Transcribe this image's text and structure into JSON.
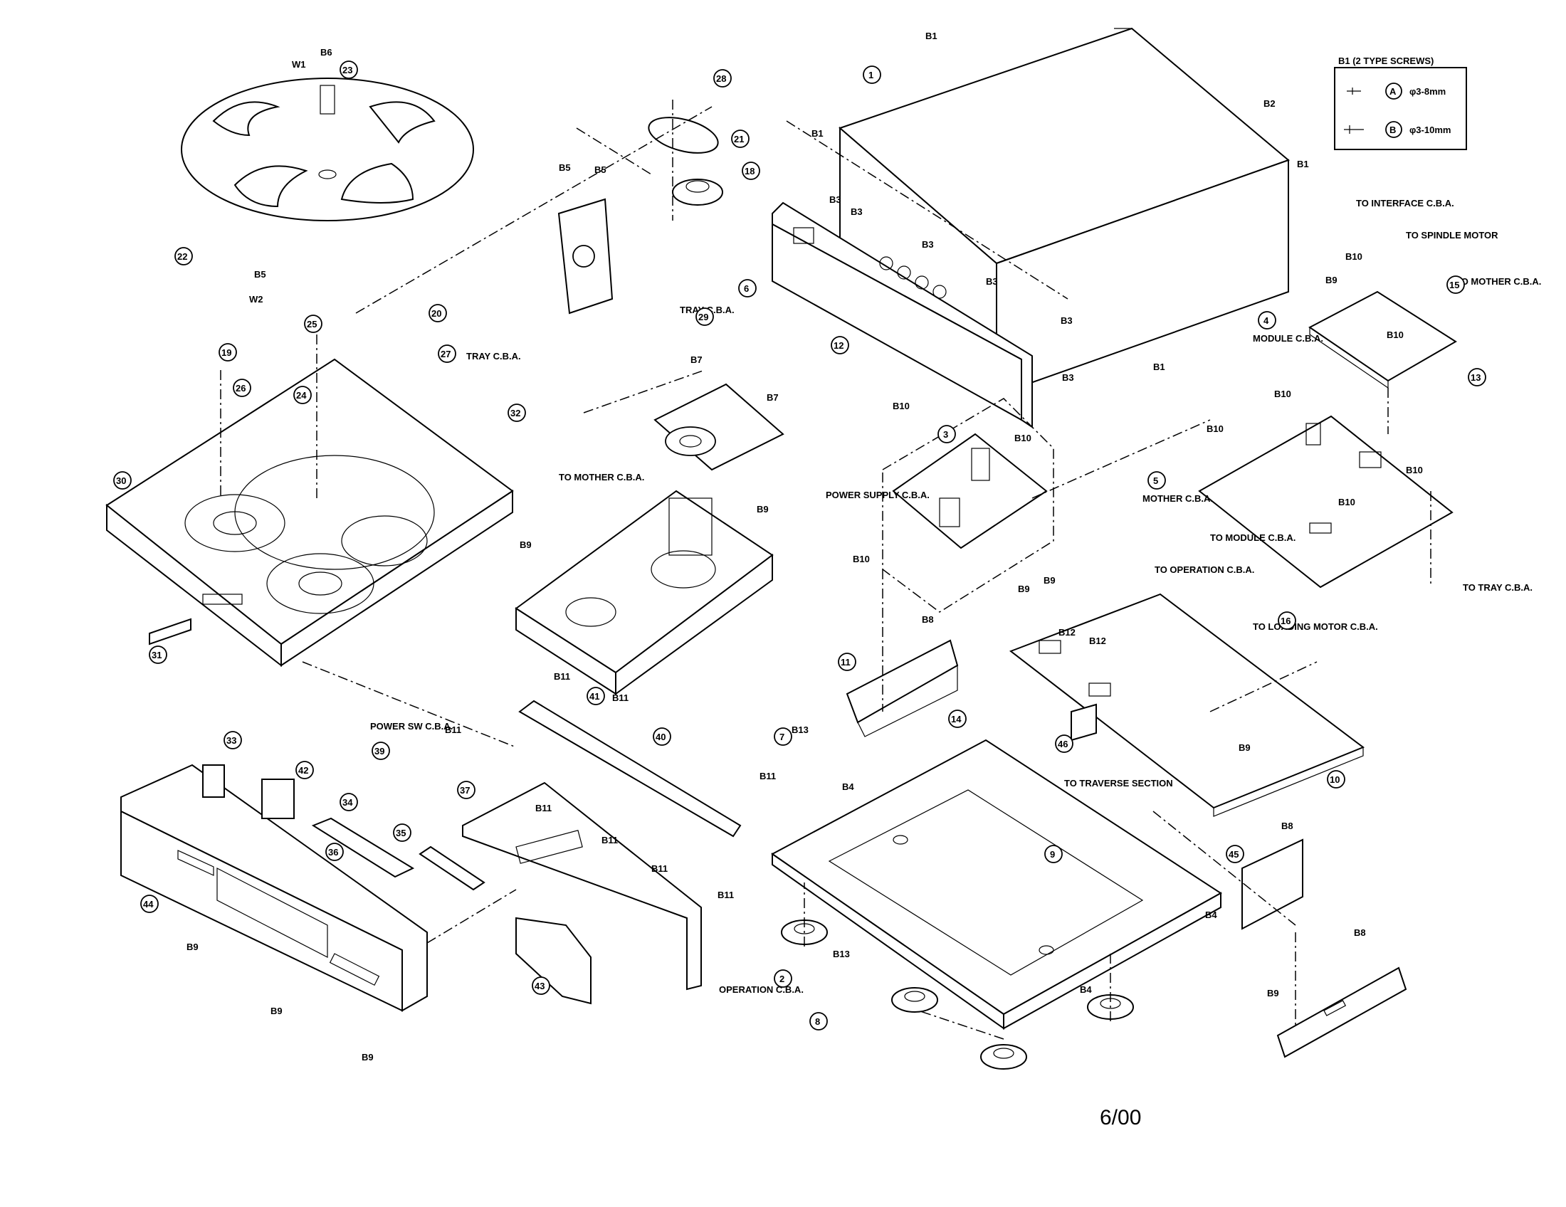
{
  "footer": {
    "date": "6/00"
  },
  "legend": {
    "title": "B1 (2 TYPE SCREWS)",
    "rows": [
      {
        "code": "A",
        "size": "φ3-8mm"
      },
      {
        "code": "B",
        "size": "φ3-10mm"
      }
    ]
  },
  "assemblies": {
    "tray_cba": "TRAY C.B.A.",
    "to_mother_cba": "TO MOTHER C.B.A.",
    "power_supply_cba": "POWER SUPPLY C.B.A.",
    "mother_cba": "MOTHER C.B.A.",
    "module_cba": "MODULE C.B.A.",
    "to_interface_cba": "TO INTERFACE C.B.A.",
    "to_spindle_motor": "TO SPINDLE MOTOR",
    "to_mother_cba_2": "TO MOTHER C.B.A.",
    "to_module_cba": "TO MODULE C.B.A.",
    "to_operation_cba": "TO OPERATION C.B.A.",
    "to_loading_motor_cba": "TO LOADING MOTOR C.B.A.",
    "to_tray_cba": "TO TRAY C.B.A.",
    "to_traverse_section": "TO TRAVERSE SECTION",
    "power_sw_cba": "POWER SW C.B.A.",
    "operation_cba": "OPERATION C.B.A."
  },
  "callouts": [
    "1",
    "2",
    "3",
    "4",
    "5",
    "6",
    "7",
    "8",
    "9",
    "10",
    "11",
    "12",
    "13",
    "14",
    "15",
    "16",
    "18",
    "19",
    "20",
    "21",
    "22",
    "23",
    "24",
    "25",
    "26",
    "27",
    "28",
    "29",
    "30",
    "31",
    "32",
    "33",
    "34",
    "35",
    "36",
    "37",
    "39",
    "40",
    "41",
    "42",
    "43",
    "44",
    "45",
    "46"
  ],
  "screws": [
    "B1",
    "B2",
    "B3",
    "B4",
    "B5",
    "B6",
    "B7",
    "B8",
    "B9",
    "B10",
    "B11",
    "B12",
    "B13",
    "W1",
    "W2"
  ]
}
